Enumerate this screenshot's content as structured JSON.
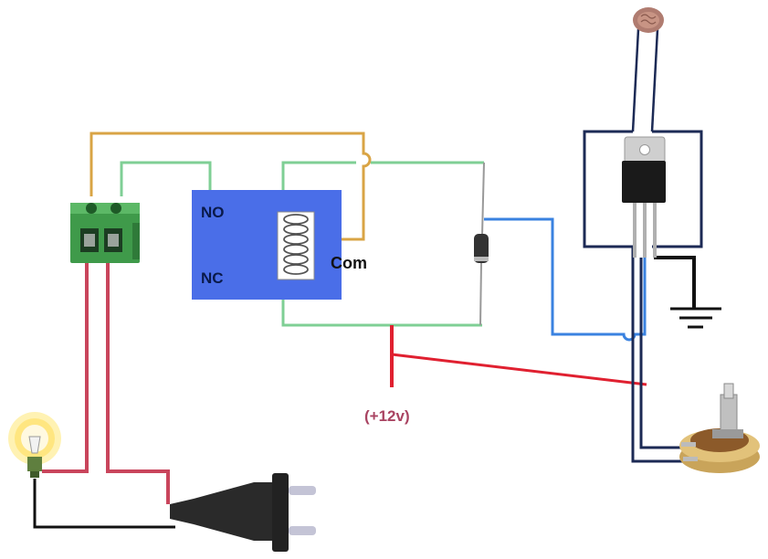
{
  "relay": {
    "no_label": "NO",
    "nc_label": "NC",
    "com_label": "Com"
  },
  "supply": {
    "voltage_label": "(+12v)"
  },
  "components": [
    "terminal-block",
    "relay",
    "relay-coil",
    "diode",
    "light-dependent-resistor",
    "transistor",
    "ground",
    "potentiometer",
    "light-bulb",
    "power-plug"
  ],
  "colors": {
    "relay_body": "#4a6ee8",
    "wire_orange": "#d9a445",
    "wire_green": "#7fcf95",
    "wire_blue": "#3a82e0",
    "wire_red": "#e02030",
    "wire_pink": "#c9455c",
    "wire_navy": "#1c2a55",
    "wire_black": "#111111",
    "terminal_green": "#3f9a4a"
  }
}
